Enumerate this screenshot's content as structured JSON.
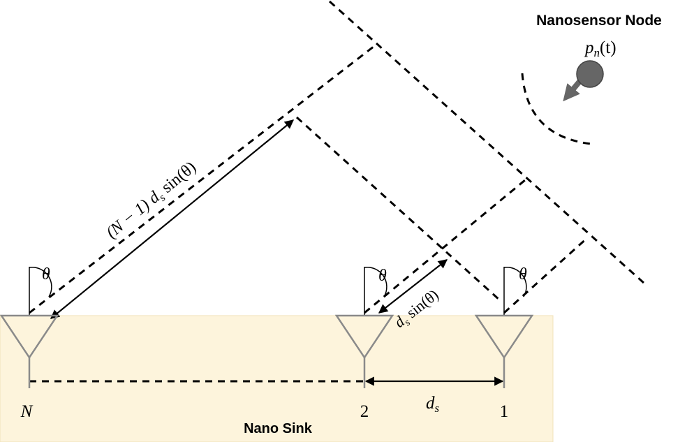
{
  "title": "Nanosensor Node",
  "node_label_main": "p",
  "node_label_sub": "n",
  "node_label_arg": "(t)",
  "sink_label": "Nano Sink",
  "path_label_prefix": "(N − 1) d",
  "path_label_sub": "s",
  "path_label_suffix": " sin(θ)",
  "short_label_prefix": "d",
  "short_label_sub": "s",
  "short_label_suffix": " sin(θ)",
  "spacing_label_main": "d",
  "spacing_label_sub": "s",
  "theta": "θ",
  "antennas": [
    {
      "label": "N"
    },
    {
      "label": "2"
    },
    {
      "label": "1"
    }
  ],
  "colors": {
    "sink_fill": "#fdf4dc",
    "sink_border": "#f0e2b8",
    "antenna": "#8a8a8a",
    "node_fill": "#666666",
    "line": "#000000"
  }
}
